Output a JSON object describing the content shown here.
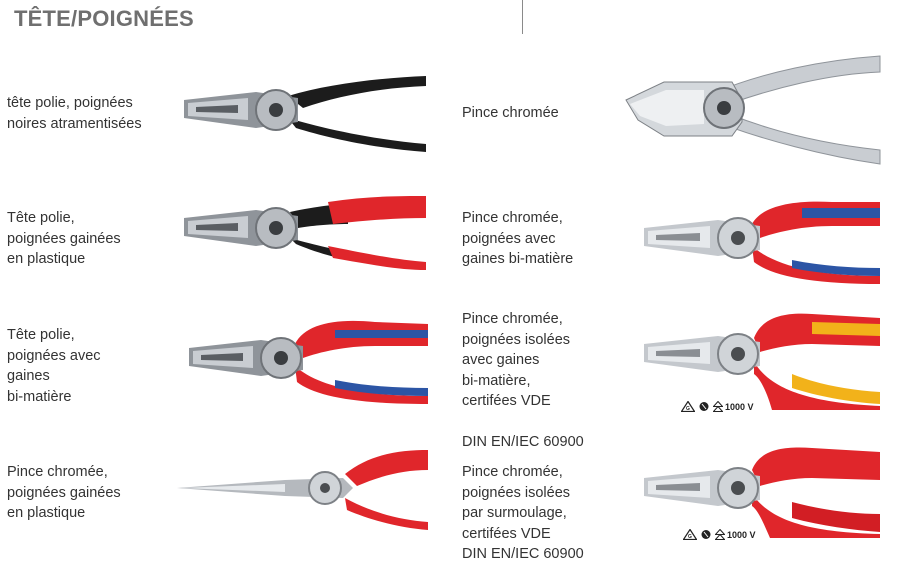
{
  "page": {
    "title": "TÊTE/POIGNÉES"
  },
  "left": [
    {
      "lines": [
        "tête polie, poignées",
        "noires atramentisées"
      ]
    },
    {
      "lines": [
        "Tête polie,",
        "poignées gainées",
        "en plastique"
      ]
    },
    {
      "lines": [
        "Tête polie,",
        "poignées avec",
        "gaines",
        "bi-matière"
      ]
    },
    {
      "lines": [
        "Pince chromée,",
        "poignées gainées",
        "en plastique"
      ]
    }
  ],
  "right": [
    {
      "lines": [
        "Pince chromée"
      ]
    },
    {
      "lines": [
        "Pince chromée,",
        "poignées avec",
        "gaines bi-matière"
      ]
    },
    {
      "lines": [
        "Pince chromée,",
        "poignées isolées",
        "avec gaines",
        "bi-matière,",
        "certifées VDE",
        "",
        "DIN EN/IEC 60900"
      ]
    },
    {
      "lines": [
        "Pince chromée,",
        "poignées isolées",
        "par surmoulage,",
        "certifées VDE",
        "DIN EN/IEC 60900"
      ]
    }
  ],
  "badges": {
    "voltage": "1000 V"
  },
  "colors": {
    "red": "#e0262b",
    "blue": "#2c55a5",
    "black": "#1c1c1c",
    "yellow": "#f2b21a",
    "chrome": "#c9cdd2"
  }
}
